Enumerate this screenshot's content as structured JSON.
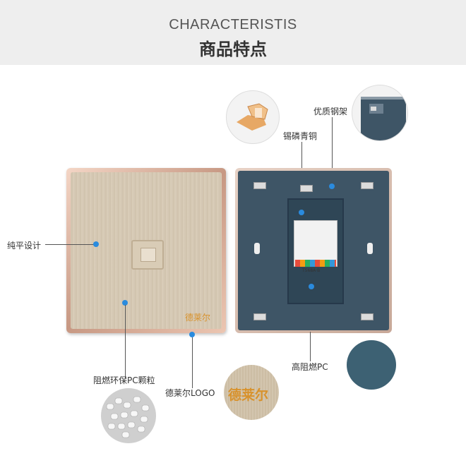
{
  "header": {
    "title_en": "CHARACTERISTIS",
    "title_cn": "商品特点"
  },
  "labels": {
    "tin_bronze": "锡磷青铜",
    "steel_frame": "优质钢架",
    "flat_design": "纯平设计",
    "flame_pc_pellets": "阻燃环保PC颗粒",
    "logo": "德莱尔LOGO",
    "high_flame_pc": "高阻燃PC"
  },
  "plate": {
    "brand_mark": "德莱尔",
    "module_text": "T568A·B"
  },
  "logo_closeup": {
    "text": "德莱尔"
  },
  "colors": {
    "accent_dot": "#2a8bde",
    "brand_gold": "#d8922c",
    "back_blue": "#3e5566"
  }
}
